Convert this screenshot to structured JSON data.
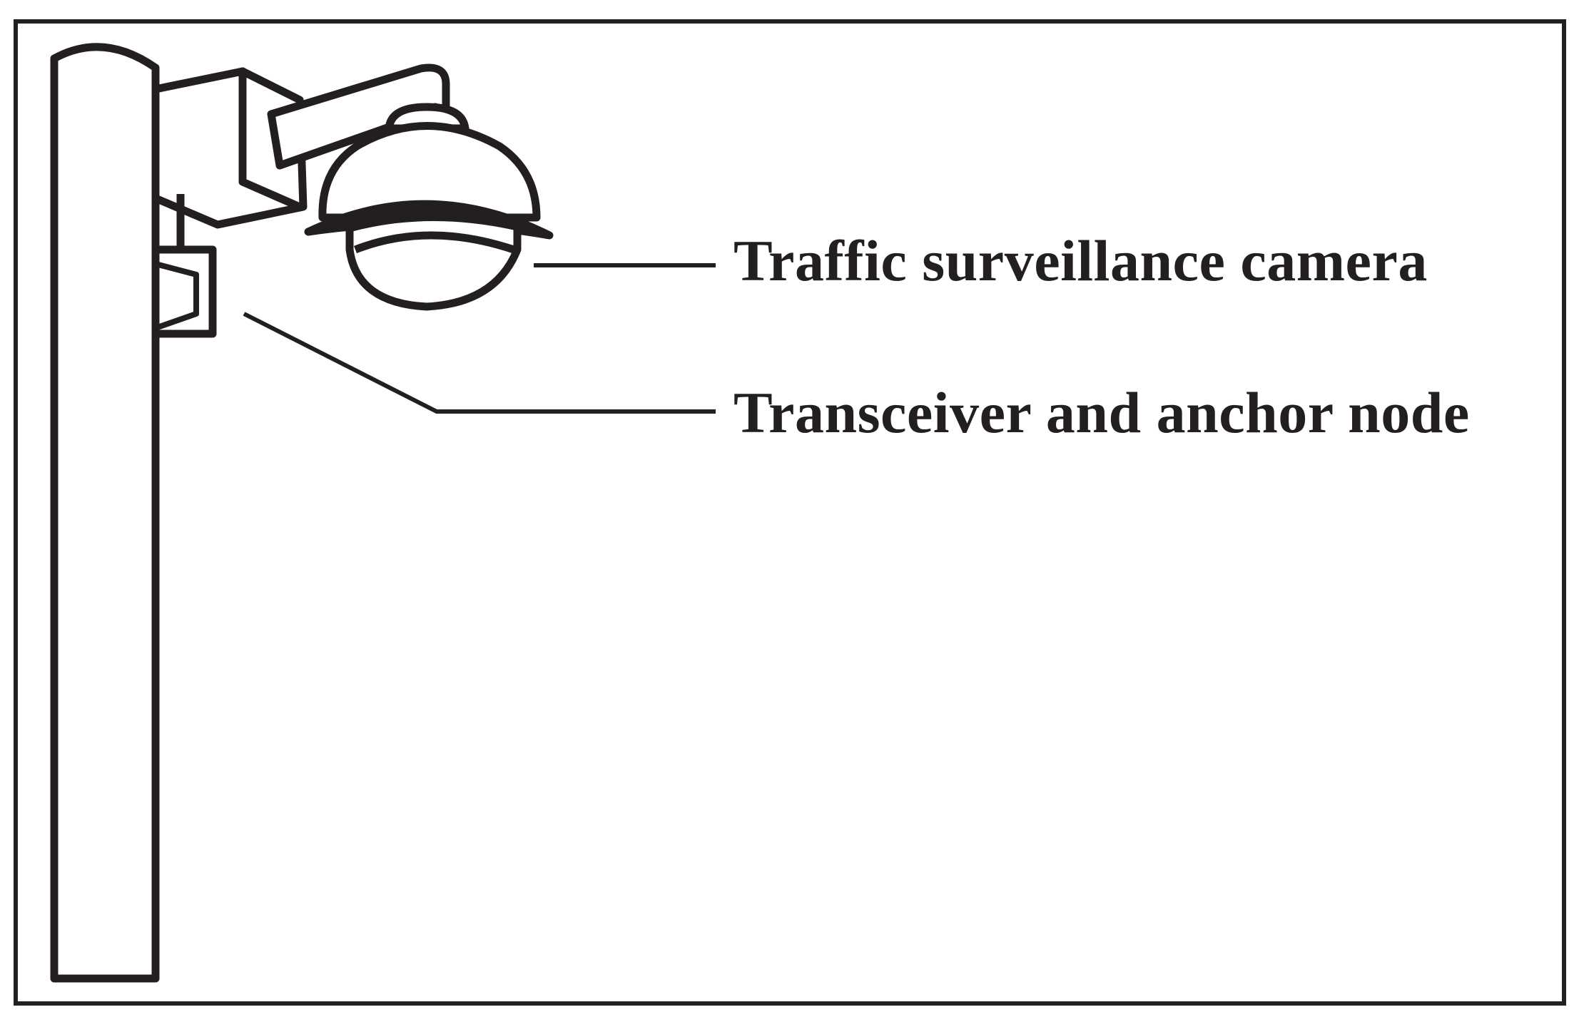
{
  "labels": {
    "camera": "Traffic surveillance camera",
    "node": "Transceiver and anchor node"
  },
  "colors": {
    "stroke": "#231f20",
    "text": "#231f20",
    "background": "#ffffff"
  },
  "icons": [
    "street-pole",
    "dome-camera",
    "transceiver-box"
  ]
}
